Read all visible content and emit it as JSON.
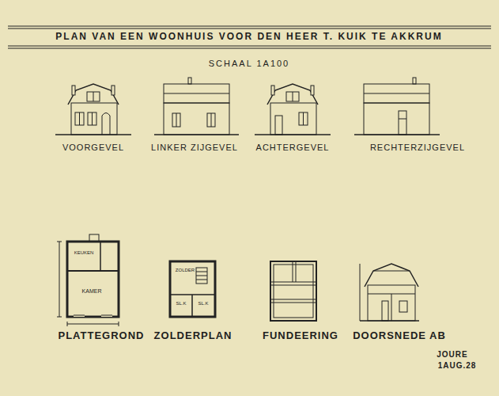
{
  "diagram": {
    "title": "PLAN VAN EEN WOONHUIS VOOR DEN HEER T. KUIK TE AKKRUM",
    "labels": [
      "SCHAAL 1A100",
      "VOORGEVEL",
      "LINKER ZIJGEVEL",
      "ACHTERGEVEL",
      "RECHTERZIJGEVEL",
      "PLATTEGROND",
      "ZOLDERPLAN",
      "FUNDEERING",
      "DOORSNEDE AB",
      "JOURE",
      "1AUG.28",
      "KEUKEN",
      "KAMER",
      "ZOLDER",
      "SL.K",
      "SL.K"
    ]
  }
}
